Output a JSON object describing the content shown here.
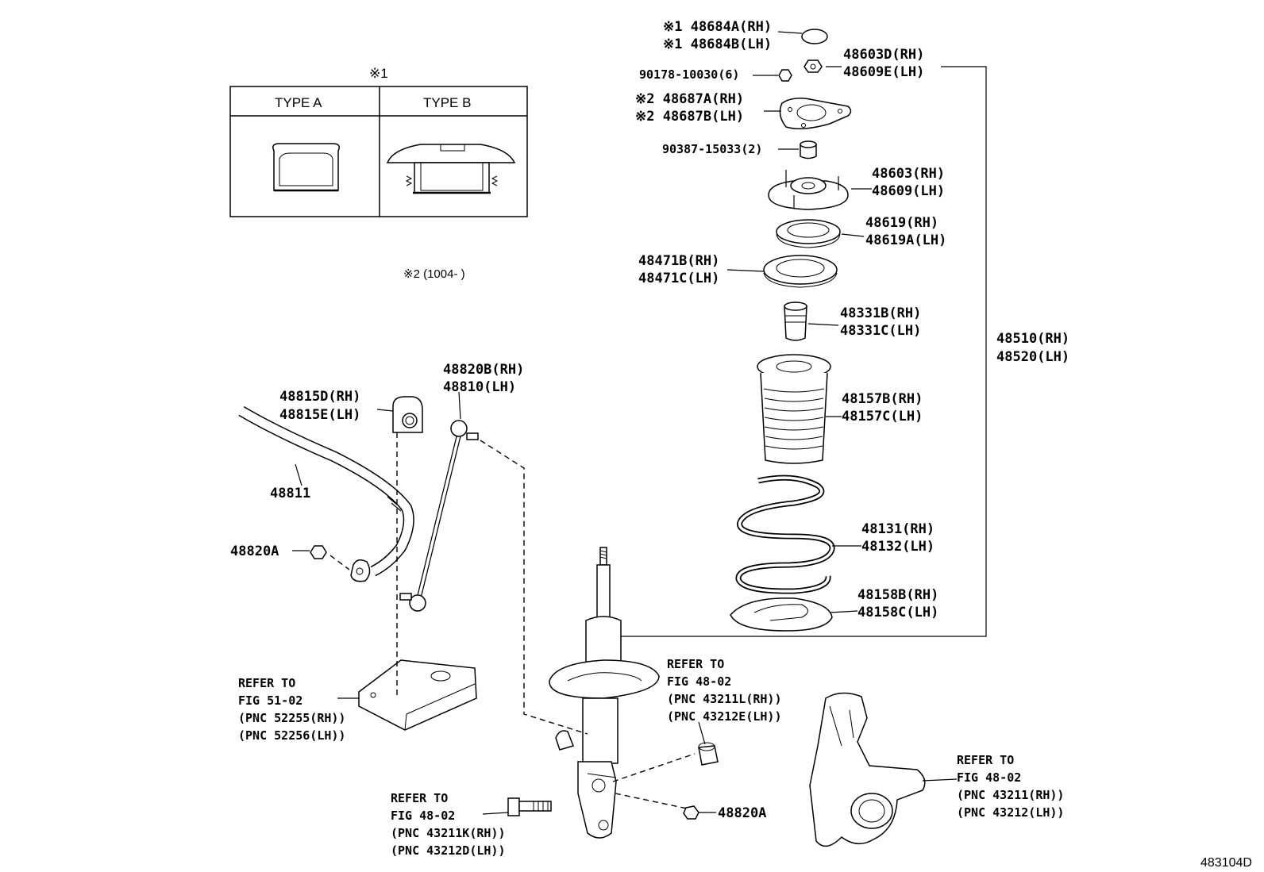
{
  "inset": {
    "marker": "※1",
    "type_a": "TYPE A",
    "type_b": "TYPE B"
  },
  "note2": "※2 (1004-     )",
  "labels": {
    "p48684": [
      "※1 48684A(RH)",
      "※1 48684B(LH)"
    ],
    "p48603D": [
      "48603D(RH)",
      "48609E(LH)"
    ],
    "p90178": "90178-10030(6)",
    "p48687": [
      "※2 48687A(RH)",
      "※2 48687B(LH)"
    ],
    "p90387": "90387-15033(2)",
    "p48603": [
      "48603(RH)",
      "48609(LH)"
    ],
    "p48619": [
      "48619(RH)",
      "48619A(LH)"
    ],
    "p48471": [
      "48471B(RH)",
      "48471C(LH)"
    ],
    "p48331": [
      "48331B(RH)",
      "48331C(LH)"
    ],
    "p48510": [
      "48510(RH)",
      "48520(LH)"
    ],
    "p48157": [
      "48157B(RH)",
      "48157C(LH)"
    ],
    "p48131": [
      "48131(RH)",
      "48132(LH)"
    ],
    "p48158": [
      "48158B(RH)",
      "48158C(LH)"
    ],
    "p48820B": [
      "48820B(RH)",
      "48810(LH)"
    ],
    "p48815": [
      "48815D(RH)",
      "48815E(LH)"
    ],
    "p48811": "48811",
    "p48820A_left": "48820A",
    "p48820A_bottom": "48820A",
    "ref51": [
      "REFER TO",
      "FIG 51-02",
      "(PNC 52255(RH))",
      "(PNC 52256(LH))"
    ],
    "ref43211L": [
      "REFER TO",
      "FIG 48-02",
      "(PNC 43211L(RH))",
      "(PNC 43212E(LH))"
    ],
    "ref43211K": [
      "REFER TO",
      "FIG 48-02",
      "(PNC 43211K(RH))",
      "(PNC 43212D(LH))"
    ],
    "ref43211": [
      "REFER TO",
      "FIG 48-02",
      "(PNC 43211(RH))",
      "(PNC 43212(LH))"
    ]
  },
  "figure_code": "483104D"
}
